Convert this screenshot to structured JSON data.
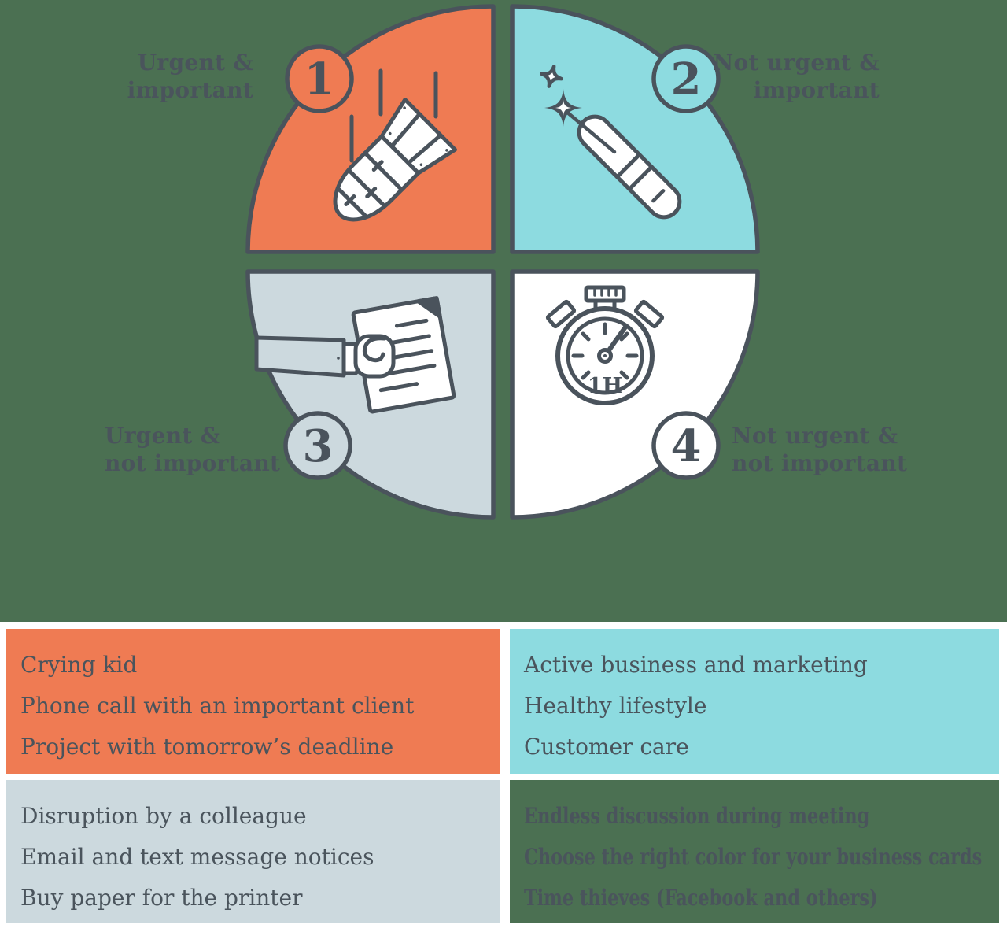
{
  "palette": {
    "background_green": "#4B7052",
    "orange": "#EF7B53",
    "teal": "#8DDBE0",
    "gray_blue": "#CCD9DE",
    "white": "#FFFFFF",
    "ink": "#4A535C"
  },
  "quadrants": [
    {
      "number": "1",
      "label_line1": "Urgent &",
      "label_line2": "important",
      "color": "#EF7B53",
      "icon": "bomb-icon",
      "items": [
        "Crying kid",
        "Phone call with an important client",
        "Project with tomorrow’s deadline"
      ]
    },
    {
      "number": "2",
      "label_line1": "Not urgent &",
      "label_line2": "important",
      "color": "#8DDBE0",
      "icon": "magic-wand-icon",
      "items": [
        "Active business and marketing",
        "Healthy lifestyle",
        "Customer care"
      ]
    },
    {
      "number": "3",
      "label_line1": "Urgent &",
      "label_line2": "not important",
      "color": "#CCD9DE",
      "icon": "hand-document-icon",
      "items": [
        "Disruption by a colleague",
        "Email and text message notices",
        "Buy paper for the printer"
      ]
    },
    {
      "number": "4",
      "label_line1": "Not urgent &",
      "label_line2": "not important",
      "color": "#FFFFFF",
      "icon": "stopwatch-icon",
      "items": [
        "Endless discussion during meeting",
        "Choose the right color for your business cards",
        "Time thieves (Facebook and others)"
      ]
    }
  ],
  "stopwatch": {
    "dial_label": "1H"
  }
}
